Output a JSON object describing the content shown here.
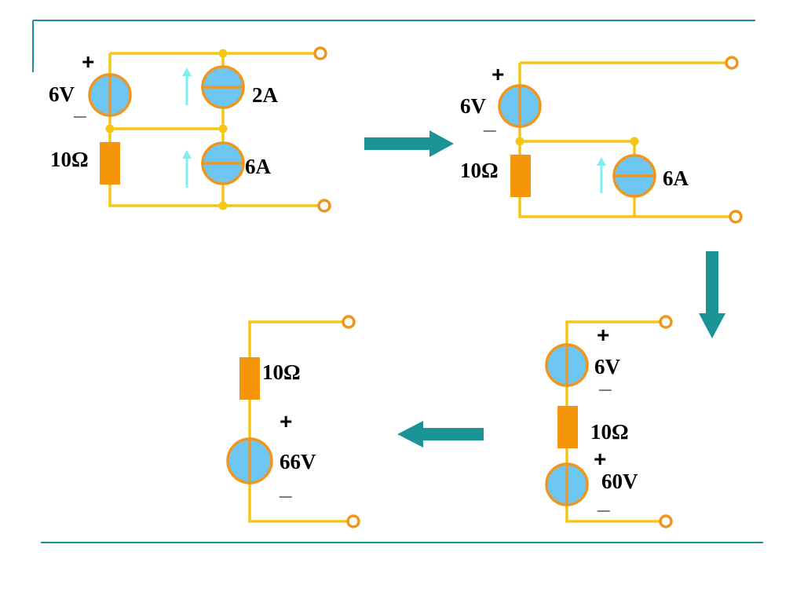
{
  "colors": {
    "wire": "#f5c518",
    "node": "#f5c518",
    "source_fill": "#6ec6f2",
    "source_outline": "#f0961e",
    "resistor": "#f5960a",
    "terminal": "#f0961e",
    "arrow": "#1a9496",
    "current_arrow": "#7feef0",
    "frame_line": "#1a9496"
  },
  "circuit1": {
    "voltage_source": "6V",
    "plus": "+",
    "minus": "_",
    "resistor": "10Ω",
    "current_source_top": "2A",
    "current_source_bottom": "6A"
  },
  "circuit2": {
    "voltage_source": "6V",
    "plus": "+",
    "minus": "_",
    "resistor": "10Ω",
    "current_source": "6A"
  },
  "circuit3": {
    "voltage_source_top": "6V",
    "plus_top": "+",
    "minus_top": "_",
    "resistor": "10Ω",
    "voltage_source_bottom": "60V",
    "plus_bottom": "+",
    "minus_bottom": "_"
  },
  "circuit4": {
    "resistor": "10Ω",
    "voltage_source": "66V",
    "plus": "+",
    "minus": "_"
  },
  "flow_arrows": [
    {
      "direction": "right",
      "icon": "arrow-right-icon"
    },
    {
      "direction": "down",
      "icon": "arrow-down-icon"
    },
    {
      "direction": "left",
      "icon": "arrow-left-icon"
    }
  ]
}
